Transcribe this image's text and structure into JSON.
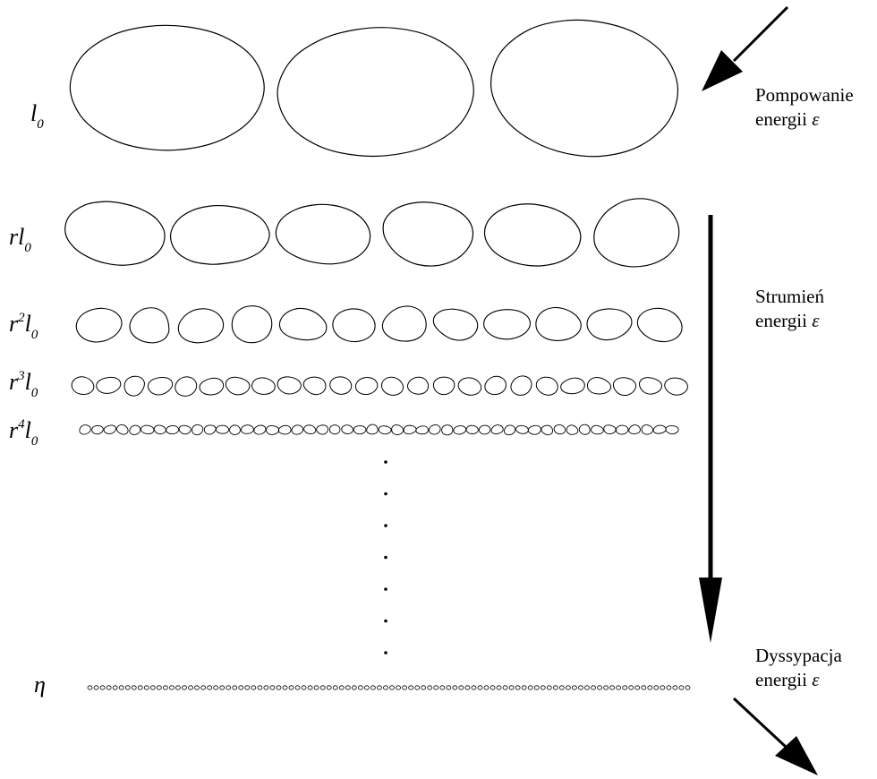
{
  "levels": [
    {
      "base": "l",
      "power": "",
      "sub": "0",
      "prefix": ""
    },
    {
      "base": "l",
      "power": "",
      "sub": "0",
      "prefix": "r"
    },
    {
      "base": "l",
      "power": "2",
      "sub": "0",
      "prefix": "r"
    },
    {
      "base": "l",
      "power": "3",
      "sub": "0",
      "prefix": "r"
    },
    {
      "base": "l",
      "power": "4",
      "sub": "0",
      "prefix": "r"
    }
  ],
  "eta_label": "η",
  "side_labels": {
    "pumping": {
      "line1": "Pompowanie",
      "line2": "energii",
      "symbol": "ε"
    },
    "flux": {
      "line1": "Strumień",
      "line2": "energii",
      "symbol": "ε"
    },
    "dissipation": {
      "line1": "Dyssypacja",
      "line2": "energii",
      "symbol": "ε"
    }
  },
  "eddy_counts": [
    3,
    6,
    12,
    24,
    48,
    96
  ],
  "ellipsis_dots": 7,
  "colors": {
    "stroke": "#000000",
    "background": "#ffffff"
  }
}
